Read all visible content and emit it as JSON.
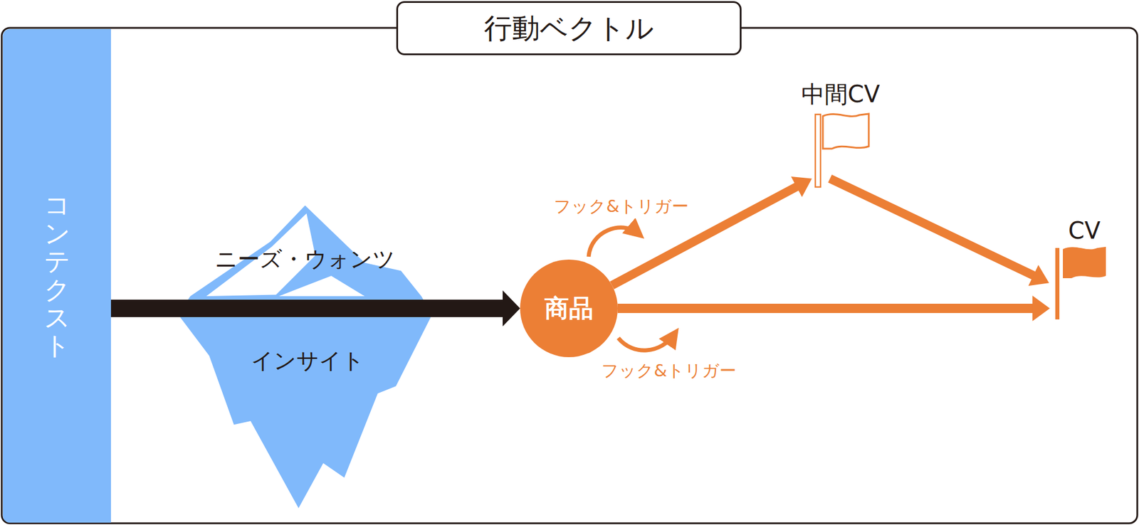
{
  "diagram": {
    "title": "行動ベクトル",
    "nodes": [
      {
        "text": [
          "コンテクスト"
        ]
      },
      {
        "text": [
          "商品"
        ]
      },
      {
        "text": [
          "中間CV"
        ]
      },
      {
        "text": [
          "CV"
        ]
      }
    ],
    "edges": [
      {
        "from": 0,
        "to": 1,
        "arrow": "to"
      },
      {
        "from": 1,
        "to": 2,
        "arrow": "to",
        "label": "フック&トリガー"
      },
      {
        "from": 2,
        "to": 3,
        "arrow": "to"
      },
      {
        "from": 1,
        "to": 3,
        "arrow": "to",
        "label": "フック&トリガー"
      }
    ],
    "labels": [
      "ニーズ・ウォンツ",
      "インサイト"
    ]
  }
}
